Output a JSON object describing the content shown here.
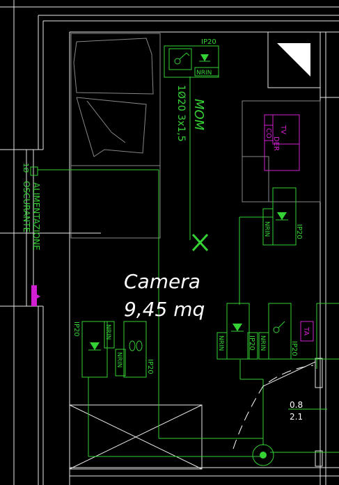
{
  "colors": {
    "background": "#000000",
    "walls": "#e8e8e8",
    "electrical": "#35d235",
    "special": "#d21fd2",
    "furniture": "#888888"
  },
  "room": {
    "name": "Camera",
    "area": "9,45 mq"
  },
  "labels": {
    "ip": "IP20",
    "nrin": "NRIN",
    "cable_top": "1Ø20 3x1,5",
    "mom": "MOM",
    "alimentazione": "ALIMENTAZIONE",
    "oscurante": "OSCURANTE",
    "cable_side": "1Ø",
    "tv": "TV",
    "der": "DER",
    "co": "CO",
    "ta": "TA",
    "door_w": "0.8",
    "door_h": "2.1"
  },
  "icons": [
    "switch-icon",
    "socket-icon",
    "double-socket-icon",
    "light-point-icon",
    "ceiling-light-icon",
    "window-blind-icon",
    "shaft-icon"
  ]
}
